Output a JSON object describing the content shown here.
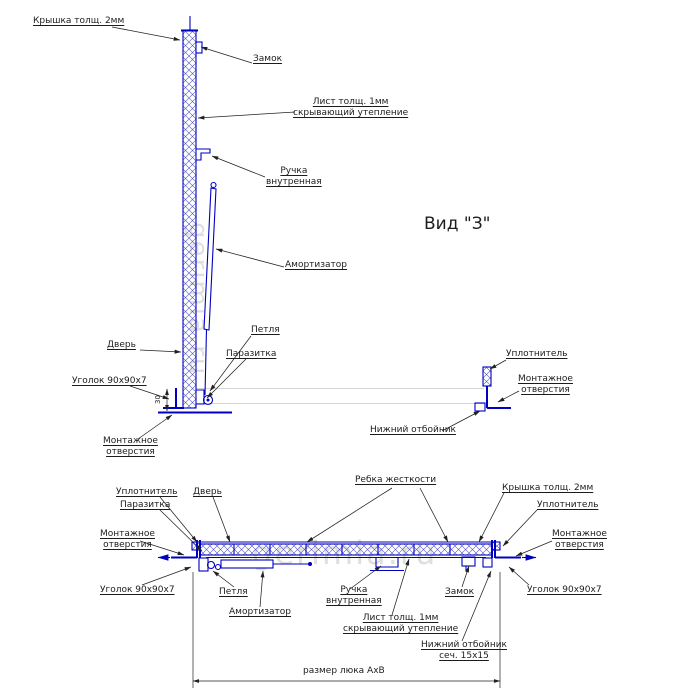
{
  "watermark": "gerimia.ru",
  "view_title": "Вид \"З\"",
  "colors": {
    "part": "#0000c0",
    "leader": "#222222",
    "hatch": "#4d4dc9",
    "watermark": "#c6c6c6"
  },
  "top_view": {
    "labels": {
      "cover": "Крышка толщ. 2мм",
      "lock": "Замок",
      "sheet_line1": "Лист толщ. 1мм",
      "sheet_line2": "скрывающий утепление",
      "handle_line1": "Ручка",
      "handle_line2": "внутренная",
      "shock": "Амортизатор",
      "hinge": "Петля",
      "parasite": "Паразитка",
      "door": "Дверь",
      "angle": "Уголок 90x90x7",
      "mount_line1": "Монтажное",
      "mount_line2": "отверстия",
      "seal": "Уплотнитель",
      "mount_right_line1": "Монтажное",
      "mount_right_line2": "отверстия",
      "bumper": "Нижний отбойник",
      "dim_30": "30"
    }
  },
  "bottom_view": {
    "labels": {
      "ribs": "Ребка жесткости",
      "seal_left": "Уплотнитель",
      "parasite": "Паразитка",
      "door": "Дверь",
      "cover": "Крышка толщ. 2мм",
      "seal_right": "Уплотнитель",
      "mount_left_line1": "Монтажное",
      "mount_left_line2": "отверстия",
      "mount_right_line1": "Монтажное",
      "mount_right_line2": "отверстия",
      "angle_left": "Уголок 90x90x7",
      "angle_right": "Уголок 90x90x7",
      "hinge": "Петля",
      "shock": "Амортизатор",
      "handle_line1": "Ручка",
      "handle_line2": "внутренная",
      "sheet_line1": "Лист толщ. 1мм",
      "sheet_line2": "скрывающий утепление",
      "lock": "Замок",
      "bumper_line1": "Нижний отбойник",
      "bumper_line2": "сеч. 15x15",
      "dimension": "размер люка AxB"
    }
  }
}
